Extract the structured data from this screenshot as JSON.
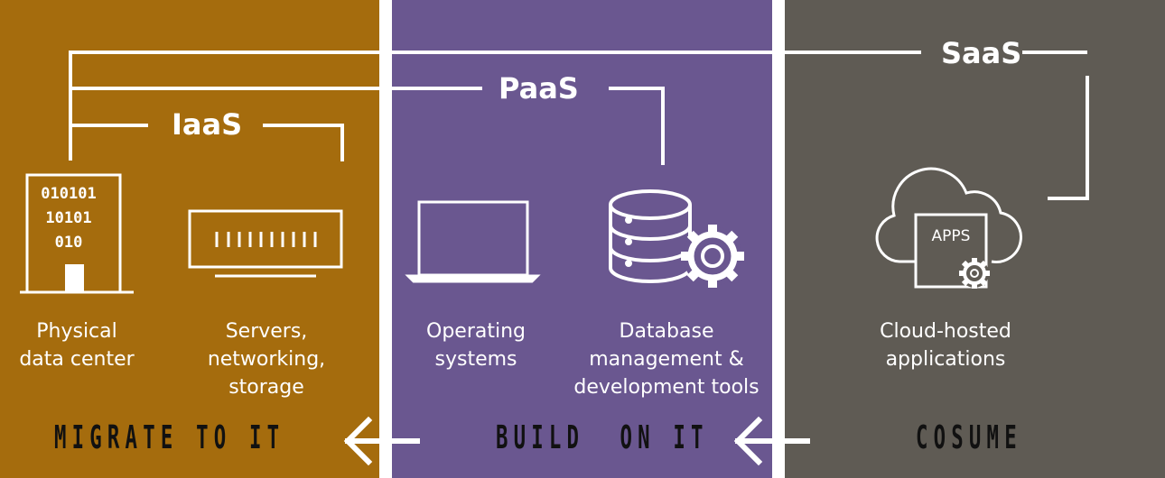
{
  "colors": {
    "iaas_panel": "#a56c0d",
    "paas_panel": "#6a5790",
    "saas_panel": "#5f5b54",
    "divider": "#ffffff",
    "line": "#ffffff",
    "action_text": "#111111"
  },
  "tiers": {
    "iaas": "IaaS",
    "paas": "PaaS",
    "saas": "SaaS"
  },
  "icons": {
    "physical_data_center": "building-icon",
    "servers": "server-rack-icon",
    "operating_systems": "laptop-icon",
    "database_tools": "database-gear-icon",
    "cloud_apps": "cloud-apps-icon"
  },
  "building_text": "010101\n10101\n010",
  "apps_label": "APPS",
  "captions": {
    "physical_data_center": "Physical\ndata center",
    "servers": "Servers,\nnetworking,\nstorage",
    "operating_systems": "Operating\nsystems",
    "database_tools": "Database\nmanagement &\ndevelopment tools",
    "cloud_apps": "Cloud-hosted\napplications"
  },
  "actions": {
    "migrate": "MIGRATE TO IT",
    "build": "BUILD  ON IT",
    "consume": "COSUME"
  }
}
